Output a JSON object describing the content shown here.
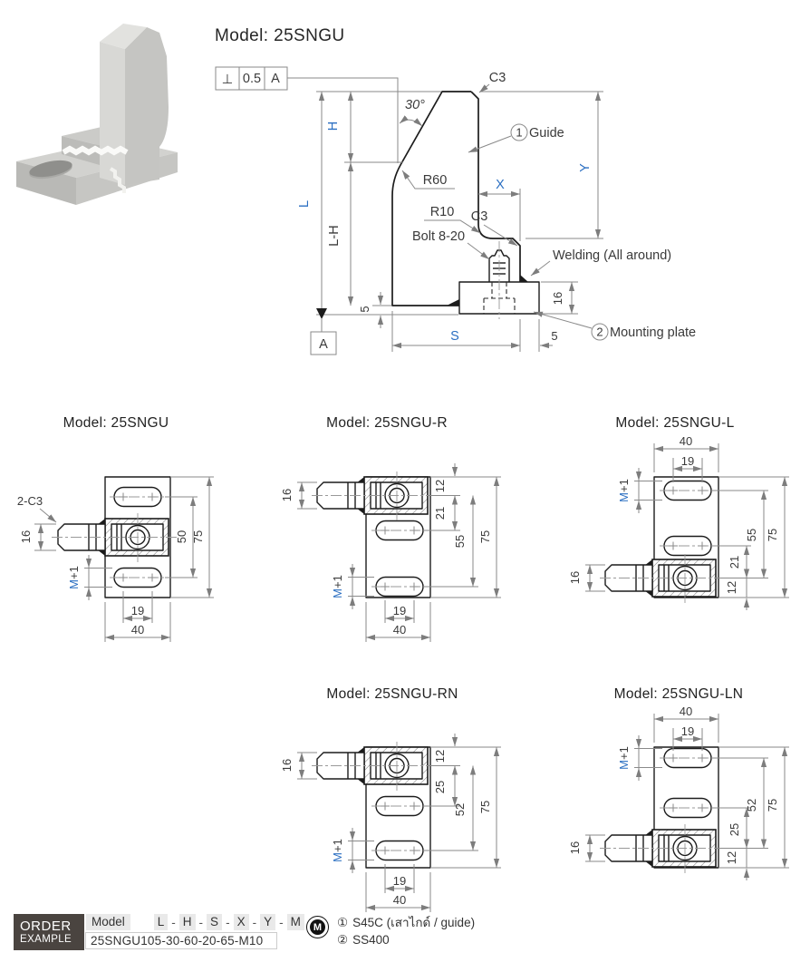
{
  "page": {
    "main_title": "Model: 25SNGU"
  },
  "main_view": {
    "tolerance": {
      "symbol": "⊥",
      "value": "0.5",
      "datum": "A"
    },
    "datum_label": "A",
    "labels": {
      "angle": "30°",
      "chamfer_top": "C3",
      "guide_num": "1",
      "guide_text": "Guide",
      "radius_r60": "R60",
      "radius_r10": "R10",
      "chamfer_mid": "C3",
      "bolt": "Bolt 8-20",
      "welding": "Welding (All around)",
      "mount_num": "2",
      "mount_text": "Mounting plate"
    },
    "dims": {
      "h": "H",
      "l": "L",
      "l_minus_h": "L-H",
      "x": "X",
      "y": "Y",
      "s": "S",
      "five_left": "5",
      "five_right": "5",
      "sixteen": "16"
    }
  },
  "views": {
    "base": {
      "title": "Model: 25SNGU",
      "chamfer": "2-C3",
      "d16": "16",
      "m": "M",
      "m_suffix": "+1",
      "d19": "19",
      "d40": "40",
      "d50": "50",
      "d75": "75"
    },
    "r": {
      "title": "Model: 25SNGU-R",
      "d16": "16",
      "d12": "12",
      "d21": "21",
      "d55": "55",
      "d75": "75",
      "m": "M",
      "m_suffix": "+1",
      "d19": "19",
      "d40": "40"
    },
    "l": {
      "title": "Model: 25SNGU-L",
      "d40": "40",
      "d19": "19",
      "m": "M",
      "m_suffix": "+1",
      "d16": "16",
      "d55": "55",
      "d21": "21",
      "d12": "12",
      "d75": "75"
    },
    "rn": {
      "title": "Model: 25SNGU-RN",
      "d16": "16",
      "d12": "12",
      "d25": "25",
      "d52": "52",
      "d75": "75",
      "m": "M",
      "m_suffix": "+1",
      "d19": "19",
      "d40": "40"
    },
    "ln": {
      "title": "Model: 25SNGU-LN",
      "d40": "40",
      "d19": "19",
      "m": "M",
      "m_suffix": "+1",
      "d16": "16",
      "d52": "52",
      "d25": "25",
      "d12": "12",
      "d75": "75"
    }
  },
  "footer": {
    "order_line1": "ORDER",
    "order_line2": "EXAMPLE",
    "model_label": "Model",
    "code_letters": [
      "L",
      "H",
      "S",
      "X",
      "Y",
      "M"
    ],
    "dash": "-",
    "example_code": "25SNGU105-30-60-20-65-M10",
    "material_badge": "M",
    "notes": [
      {
        "num": "①",
        "text": "S45C (เสาไกด์ / guide)"
      },
      {
        "num": "②",
        "text": "SS400"
      }
    ]
  },
  "colors": {
    "accent_blue": "#2b6fc2",
    "line_black": "#1c1c1c",
    "line_gray": "#8a8a8a",
    "order_box_bg": "#4a4440"
  }
}
